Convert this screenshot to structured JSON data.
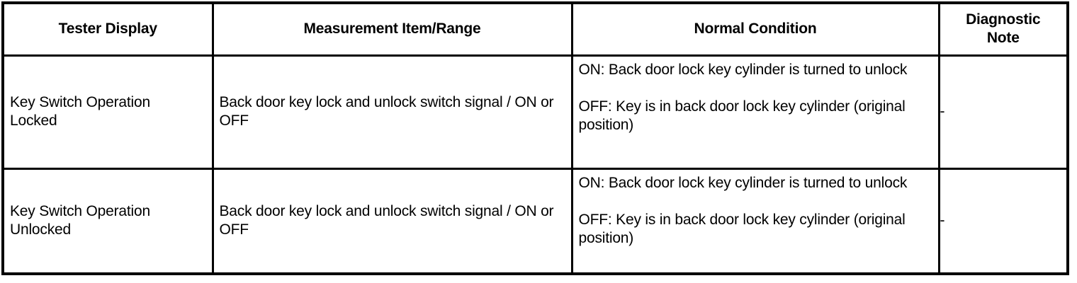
{
  "table": {
    "columns": [
      {
        "key": "tester_display",
        "label": "Tester Display"
      },
      {
        "key": "measurement_item_range",
        "label": "Measurement Item/Range"
      },
      {
        "key": "normal_condition",
        "label": "Normal Condition"
      },
      {
        "key": "diagnostic_note",
        "label_line1": "Diagnostic",
        "label_line2": "Note"
      }
    ],
    "rows": [
      {
        "tester_display_line1": "Key Switch Operation",
        "tester_display_line2": "Locked",
        "measurement_item_range": "Back door key lock and unlock switch signal / ON or OFF",
        "normal_condition_on": "ON: Back door lock key cylinder is turned to unlock",
        "normal_condition_off": "OFF: Key is in back door lock key cylinder (original position)",
        "diagnostic_note": "-"
      },
      {
        "tester_display_line1": "Key Switch Operation",
        "tester_display_line2": "Unlocked",
        "measurement_item_range": "Back door key lock and unlock switch signal / ON or OFF",
        "normal_condition_on": "ON: Back door lock key cylinder is turned to unlock",
        "normal_condition_off": "OFF: Key is in back door lock key cylinder (original position)",
        "diagnostic_note": "-"
      }
    ]
  },
  "colors": {
    "border": "#000000",
    "background": "#ffffff",
    "text": "#000000"
  }
}
